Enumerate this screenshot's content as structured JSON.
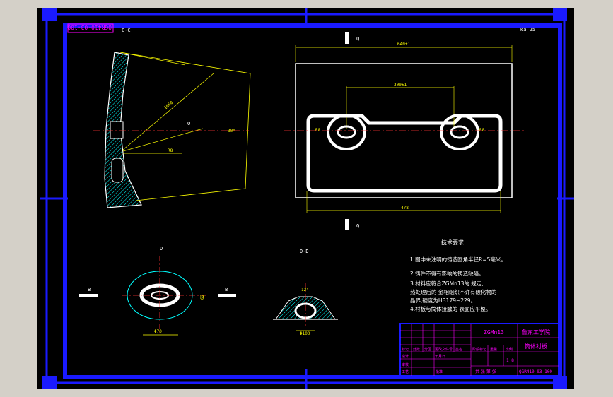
{
  "drawing": {
    "number_top": "QGR410-03-100",
    "section_label_top": "C-C",
    "view_label_a_top": "Q",
    "view_label_a_bottom": "Q",
    "section_label_bottom_left": "D",
    "section_label_bottom_mid": "D-D",
    "cut_label_left": "B",
    "cut_label_right": "B",
    "roughness": "Ra 25",
    "dims": {
      "overall_width": "640±1",
      "inner_width": "300±1",
      "bottom_width": "478",
      "side_radius": "R8",
      "side_dim_1": "1050",
      "side_dim_2": "R8",
      "hole_dia": "Φ100",
      "hole_dim": "Φ70",
      "small_dim": "62",
      "angle_1": "30°",
      "angle_2": "12°",
      "centre_label": "O"
    }
  },
  "tech_requirements": {
    "title": "技术要求",
    "items": [
      "1.图中未注明的铸造圆角半径R=5毫米。",
      "2.铸件不得有影响的铸造缺陷。",
      "3.材料应符合ZGMn13的 规定,热处理后的 金相组织不许有碳化物的 晶界,硬度为HB179~229。",
      "4.衬板与筒体接触的 表面应平整。"
    ]
  },
  "title_block": {
    "material": "ZGMn13",
    "school": "鲁东工学院",
    "part_name": "筒体衬板",
    "drawing_no": "QGR410-03-100",
    "scale": "1:8",
    "row_labels": [
      "标记",
      "处数",
      "分区",
      "更改文件号",
      "签名",
      "年月日"
    ],
    "col_labels": [
      "阶段标记",
      "重量",
      "比例"
    ],
    "sign_labels": [
      "设计",
      "审核",
      "工艺",
      "批准"
    ],
    "sheet_text": "共 张 第 张"
  },
  "colors": {
    "background": "#000000",
    "frame": "#1a1aff",
    "outline": "#ffffff",
    "dimension": "#ffff00",
    "centerline": "#ff3333",
    "hatch": "#00ffff",
    "text_magenta": "#ff00ff"
  }
}
